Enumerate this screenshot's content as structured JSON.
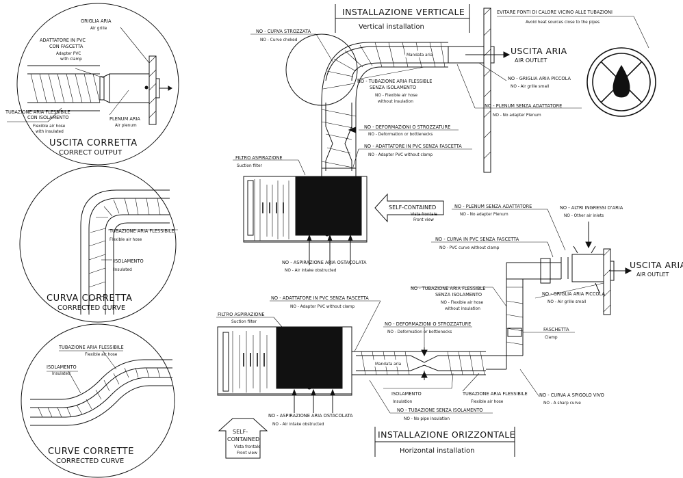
{
  "panel_correct_output": {
    "grille_it": "GRIGLIA ARIA",
    "grille_en": "Air grille",
    "adapter_it_1": "ADATTATORE IN PVC",
    "adapter_it_2": "CON FASCETTA",
    "adapter_en_1": "Adapter PVC",
    "adapter_en_2": "with clamp",
    "hose_it_1": "TUBAZIONE ARIA FLESSIBILE",
    "hose_it_2": "CON ISOLAMENTO",
    "hose_en_1": "Flexible air hose",
    "hose_en_2": "with insulated",
    "plenum_it": "PLENUM ARIA",
    "plenum_en": "Air plenum",
    "title_it": "USCITA CORRETTA",
    "title_en": "CORRECT OUTPUT"
  },
  "panel_corrected_curve": {
    "hose_it": "TUBAZIONE ARIA FLESSIBILE",
    "hose_en": "Flexible air hose",
    "insul_it": "ISOLAMENTO",
    "insul_en": "Insulated",
    "title_it": "CURVA CORRETTA",
    "title_en": "CORRECTED CURVE"
  },
  "panel_corrected_curves": {
    "hose_it": "TUBAZIONE ARIA FLESSIBILE",
    "hose_en": "Flexible air hose",
    "insul_it": "ISOLAMENTO",
    "insul_en": "Insulated",
    "title_it": "CURVE CORRETTE",
    "title_en": "CORRECTED CURVE"
  },
  "vertical": {
    "title_it": "INSTALLAZIONE VERTICALE",
    "title_en": "Vertical installation",
    "heat_it": "EVITARE FONTI DI CALORE VICINO ALLE TUBAZIONI",
    "heat_en": "Avoid heat sources close to the pipes",
    "choked_it": "NO - CURVA STROZZATA",
    "choked_en": "NO - Curve choked",
    "outlet_it": "USCITA ARIA",
    "outlet_en": "AIR OUTLET",
    "mandata": "Mandata aria",
    "grille_it": "NO - GRIGLIA ARIA PICCOLA",
    "grille_en": "NO - Air grille small",
    "noinsul_it_1": "NO - TUBAZIONE ARIA FLESSIBLE",
    "noinsul_it_2": "SENZA ISOLAMENTO",
    "noinsul_en_1": "NO - Flexible air hose",
    "noinsul_en_2": "without insulation",
    "plenum_it": "NO - PLENUM SENZA ADATTATORE",
    "plenum_en": "NO - No adapter Plenum",
    "deform_it": "NO - DEFORMAZIONI O STROZZATURE",
    "deform_en": "NO - Deformation or bottlenecks",
    "adaptor_it": "NO - ADATTATORE IN PVC SENZA FASCETTA",
    "adaptor_en": "NO - Adaptor PVC without clamp",
    "filter_it": "FILTRO ASPIRAZIONE",
    "filter_en": "Suction filter",
    "intake_it": "NO - ASPIRAZIONE ARIA OSTACOLATA",
    "intake_en": "NO - Air intake obstructed",
    "self_it": "SELF-CONTAINED",
    "self_sub1": "Vista frontale",
    "self_sub2": "Front view"
  },
  "horizontal": {
    "title_it": "INSTALLAZIONE ORIZZONTALE",
    "title_en": "Horizontal installation",
    "plenum_it": "NO - PLENUM SENZA ADATTATORE",
    "plenum_en": "NO - No adapter Plenum",
    "inlets_it": "NO - ALTRI INGRESSI D'ARIA",
    "inlets_en": "NO - Other air inlets",
    "pvccurve_it": "NO - CURVA IN PVC SENZA FASCETTA",
    "pvccurve_en": "NO - PVC curve without clamp",
    "outlet_it": "USCITA ARIA",
    "outlet_en": "AIR OUTLET",
    "adaptor_it": "NO - ADATTATORE IN PVC SENZA FASCETTA",
    "adaptor_en": "NO - Adaptor PVC without clamp",
    "noinsul_it_1": "NO - TUBAZIONE ARIA FLESSIBLE",
    "noinsul_it_2": "SENZA ISOLAMENTO",
    "noinsul_en_1": "NO - Flexible air hose",
    "noinsul_en_2": "without insulation",
    "grille_it": "NO - GRIGLIA ARIA PICCOLA",
    "grille_en": "NO - Air grille small",
    "filter_it": "FILTRO ASPIRAZIONE",
    "filter_en": "Suction filter",
    "deform_it": "NO - DEFORMAZIONI O STROZZATURE",
    "deform_en": "NO - Deformation or bottlenecks",
    "clamp_it": "FASCHETTA",
    "clamp_en": "Clamp",
    "mandata": "Mandata aria",
    "insul_it": "ISOLAMENTO",
    "insul_en": "Insulation",
    "hose_it": "TUBAZIONE ARIA FLESSIBILE",
    "hose_en": "Flexible air hose",
    "sharp_it": "NO - CURVA A SPIGOLO VIVO",
    "sharp_en": "NO - A sharp curve",
    "intake_it": "NO - ASPIRAZIONE ARIA OSTACOLATA",
    "intake_en": "NO - Air intake obstructed",
    "nopipe_it": "NO - TUBAZIONE SENZA ISOLAMENTO",
    "nopipe_en": "NO - No pipe insulation",
    "self_1": "SELF-",
    "self_2": "CONTAINED",
    "self_sub1": "Vista frontale",
    "self_sub2": "Front view"
  }
}
